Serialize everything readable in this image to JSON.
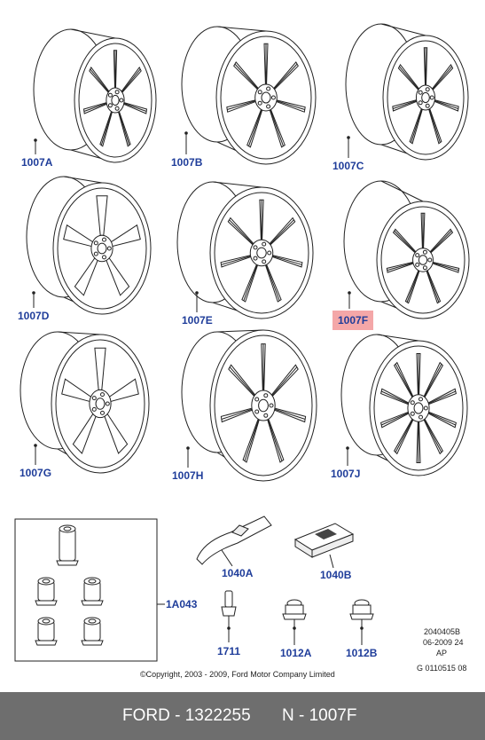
{
  "wheels": [
    {
      "label": "1007A",
      "style": "split-spoke"
    },
    {
      "label": "1007B",
      "style": "split-spoke"
    },
    {
      "label": "1007C",
      "style": "split-spoke"
    },
    {
      "label": "1007D",
      "style": "five-spoke-solid"
    },
    {
      "label": "1007E",
      "style": "split-spoke"
    },
    {
      "label": "1007F",
      "style": "split-spoke-dark"
    },
    {
      "label": "1007G",
      "style": "five-spoke-solid"
    },
    {
      "label": "1007H",
      "style": "split-spoke"
    },
    {
      "label": "1007J",
      "style": "multi-spoke"
    }
  ],
  "highlight_label": "1007F",
  "highlight_color": "#f4a7a8",
  "label_color": "#1f3d9a",
  "parts": {
    "lock_kit": "1A043",
    "weight_clip": "1040A",
    "weight_adhesive": "1040B",
    "valve": "1711",
    "nut_a": "1012A",
    "nut_b": "1012B"
  },
  "stamp": {
    "line1": "2040405B",
    "line2": "06-2009 24",
    "line3": "AP",
    "line4": "G 0110515 08"
  },
  "copyright": "©Copyright, 2003 - 2009, Ford Motor Company Limited",
  "footer": {
    "brand_part": "FORD - 1322255",
    "ref": "N - 1007F",
    "bg_color": "#6e6e6e"
  }
}
